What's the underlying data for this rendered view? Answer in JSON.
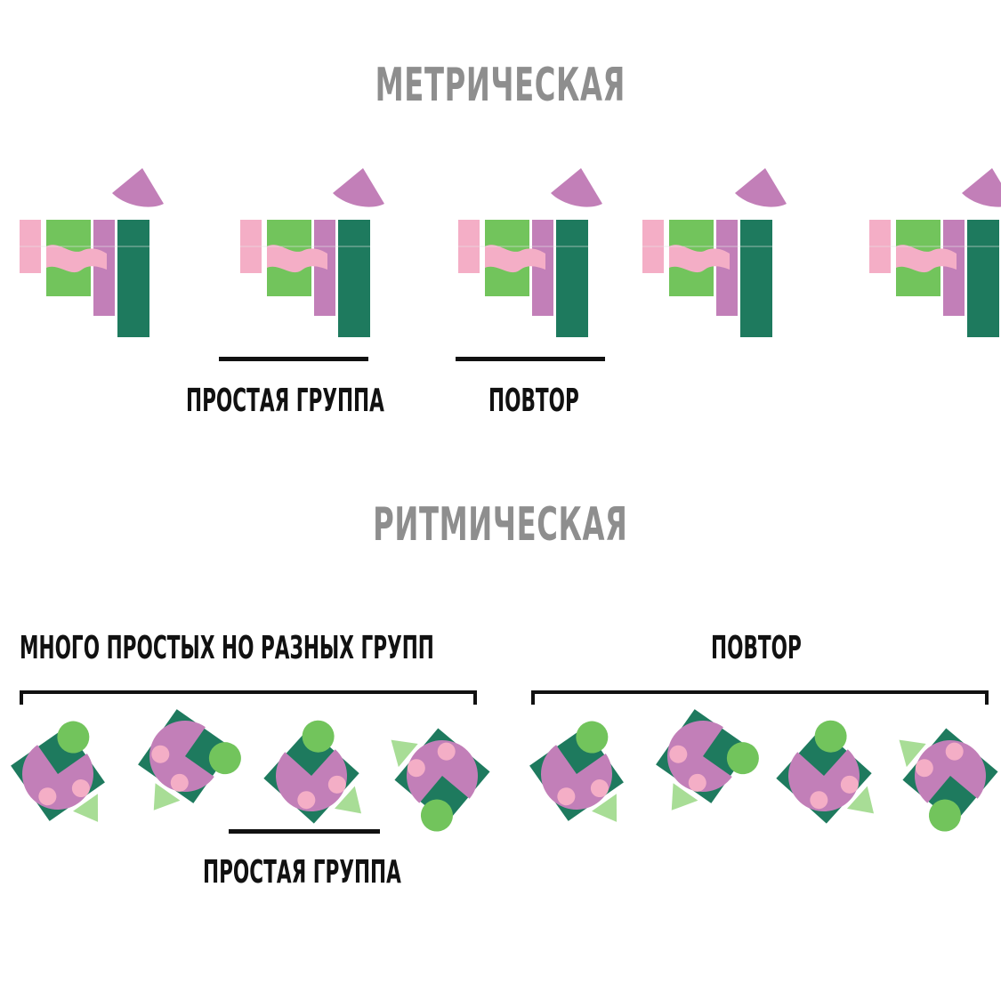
{
  "section_metric": {
    "title": "МЕТРИЧЕСКАЯ",
    "simple_group_label": "ПРОСТАЯ ГРУППА",
    "repeat_label": "ПОВТОР",
    "group_count": 5
  },
  "section_rhythmic": {
    "title": "РИТМИЧЕСКАЯ",
    "many_groups_label": "МНОГО ПРОСТЫХ НО РАЗНЫХ ГРУПП",
    "repeat_label": "ПОВТОР",
    "simple_group_label": "ПРОСТАЯ ГРУППА",
    "group_count": 8
  },
  "colors": {
    "dark_green": "#1e7a5e",
    "light_green": "#72c45c",
    "pale_green": "#a8dd96",
    "mauve": "#c27fb8",
    "pink": "#f4aec6",
    "title_gray": "#8e8e8e",
    "text": "#111111"
  }
}
